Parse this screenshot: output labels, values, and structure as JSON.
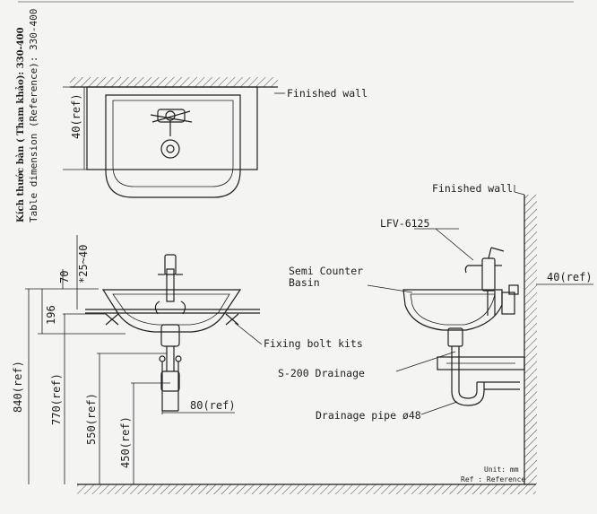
{
  "top_view": {
    "finished_wall": "Finished wall",
    "dim_40": "40(ref)",
    "table_dim_vn": "Kích thước bàn ( Tham khảo): 330-400",
    "table_dim_en": "Table dimension  (Reference): 330-400"
  },
  "front_view": {
    "dim_840": "840(ref)",
    "dim_770": "770(ref)",
    "dim_550": "550(ref)",
    "dim_450": "450(ref)",
    "dim_196": "196",
    "dim_70": "70",
    "dim_25_40": "*25~40",
    "dim_80": "80(ref)",
    "fixing_bolt": "Fixing bolt kits"
  },
  "side_view": {
    "finished_wall": "Finished wall",
    "faucet_model": "LFV-6125",
    "basin_line1": "Semi Counter",
    "basin_line2": "Basin",
    "dim_40": "40(ref)",
    "drainage": "S-200 Drainage",
    "drain_pipe": "Drainage pipe ø48",
    "unit_note": "Unit: mm",
    "ref_note": "Ref : Reference"
  }
}
